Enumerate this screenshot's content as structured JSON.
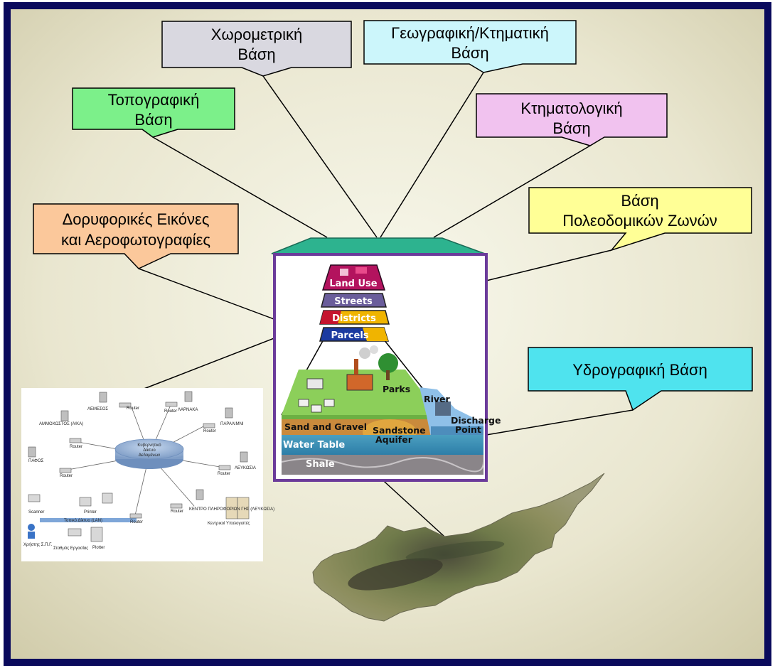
{
  "callouts": {
    "topographic": [
      "Τοπογραφική",
      "Βάση"
    ],
    "spatial": [
      "Χωρομετρική",
      "Βάση"
    ],
    "geographic": [
      "Γεωγραφική/Κτηματική",
      "Βάση"
    ],
    "cadastral": [
      "Κτηματολογική",
      "Βάση"
    ],
    "zoning": [
      "Βάση",
      "Πολεοδομικών  Ζωνών"
    ],
    "satellite": [
      "Δορυφορικές  Εικόνες",
      "και Αεροφωτογραφίες"
    ],
    "hydrographic": [
      "Υδρογραφική Βάση"
    ]
  },
  "gis_layers": [
    "Land Use",
    "Streets",
    "Districts",
    "Parcels"
  ],
  "terrain_labels": {
    "parks": "Parks",
    "river": "River",
    "discharge": [
      "Discharge",
      "Point"
    ],
    "sand_gravel": "Sand and Gravel",
    "sandstone": [
      "Sandstone",
      "Aquifer"
    ],
    "water_table": "Water Table",
    "shale": "Shale"
  },
  "network": {
    "center": [
      "Κυβερνητικό",
      "Δίκτυο",
      "Δεδομένων"
    ],
    "nodes": [
      "ΛΕΜΕΣΟΣ",
      "ΛΑΡΝΑΚΑ",
      "ΑΜΜΟΧΩΣΤΟΣ (Α/ΚΑ)",
      "ΠΑΡΑΛΙΜΝΙ",
      "ΠΑΦΟΣ",
      "ΛΕΥΚΩΣΙΑ",
      "ΚΕΝΤΡΟ ΠΛΗΡΟΦΟΡΙΩΝ ΓΗΣ (ΛΕΥΚΩΣΙΑ)",
      "Κεντρικοί Υπολογιστές"
    ],
    "router_label": "Router",
    "lan": "Τοπικό Δίκτυο (LAN)",
    "devices": [
      "Scanner",
      "Printer",
      "Χρήστης Σ.Π.Γ.",
      "Σταθμός Εργασίας",
      "Plotter"
    ]
  }
}
